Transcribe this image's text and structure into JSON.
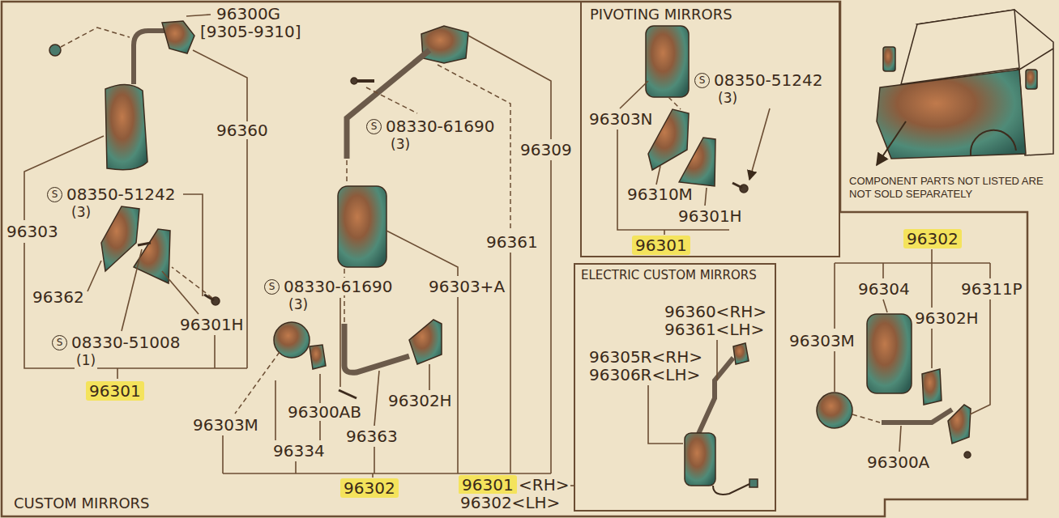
{
  "diagram": {
    "nodes": [
      {
        "text": [
          "CUSTOM MIRRORS"
        ]
      },
      {
        "text": [
          "PIVOTING MIRRORS"
        ],
        "in": 0
      },
      {
        "text": [
          "ELECTRIC CUSTOM MIRRORS"
        ],
        "in": 0
      }
    ],
    "labels": [
      "96300G",
      "[9305-9310]",
      "96360",
      "S",
      "08350-51242",
      "(3)",
      "96303",
      "96362",
      "96301H",
      "S",
      "08330-51008",
      "(1)",
      "96301",
      "S",
      "08330-61690",
      "(3)",
      "96309",
      "96361",
      "S",
      "08330-61690",
      "(3)",
      "96303+A",
      "96300AB",
      "96302H",
      "96303M",
      "96363",
      "96334",
      "96302",
      "96301",
      "<RH>",
      "96302<LH>",
      "96303N",
      "S",
      "08350-51242",
      "(3)",
      "96310M",
      "96301H",
      "96301",
      "96360<RH>",
      "96361<LH>",
      "96305R<RH>",
      "96306R<LH>",
      "COMPONENT PARTS NOT LISTED ARE NOT SOLD SEPARATELY",
      "96302",
      "96304",
      "96311P",
      "96303M",
      "96302H",
      "96300A"
    ]
  }
}
